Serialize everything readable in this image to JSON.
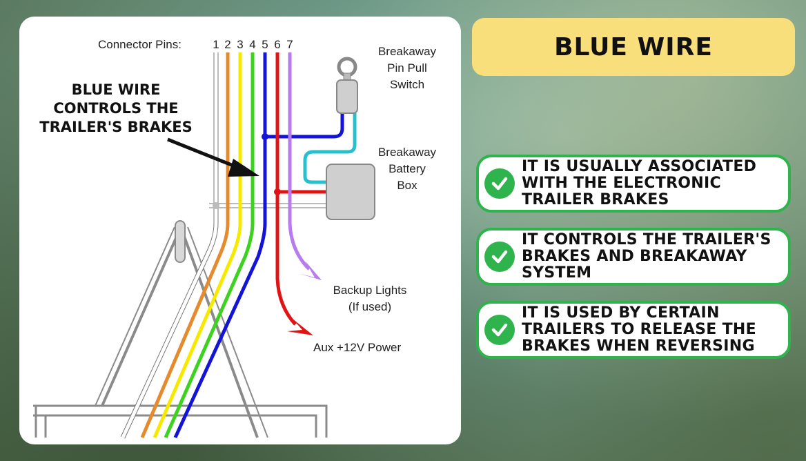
{
  "diagram": {
    "connector_label": "Connector Pins:",
    "pins": [
      {
        "label": "1",
        "color": "#222222"
      },
      {
        "label": "2",
        "color": "#222222"
      },
      {
        "label": "3",
        "color": "#222222"
      },
      {
        "label": "4",
        "color": "#222222"
      },
      {
        "label": "5",
        "color": "#2f3fbf"
      },
      {
        "label": "6",
        "color": "#e21b1b"
      },
      {
        "label": "7",
        "color": "#a56fd6"
      }
    ],
    "wire_colors": {
      "white": "#ffffff",
      "brown": "#e68a2e",
      "yellow": "#f5e900",
      "green": "#3cd21f",
      "blue": "#1414d8",
      "red": "#e01414",
      "purple": "#b97cef",
      "cyan": "#28c0cc"
    },
    "callout_lines": [
      "BLUE WIRE",
      "CONTROLS THE",
      "TRAILER'S BRAKES"
    ],
    "switch_label": [
      "Breakaway",
      "Pin Pull",
      "Switch"
    ],
    "battery_label": [
      "Breakaway",
      "Battery",
      "Box"
    ],
    "backup_label": [
      "Backup Lights",
      "(If used)"
    ],
    "aux_label": "Aux +12V Power"
  },
  "title": "BLUE WIRE",
  "cards": [
    {
      "text": "IT IS USUALLY ASSOCIATED WITH THE ELECTRONIC TRAILER BRAKES"
    },
    {
      "text": "IT CONTROLS THE TRAILER'S BRAKES AND BREAKAWAY SYSTEM"
    },
    {
      "text": "IT IS USED BY CERTAIN TRAILERS TO RELEASE THE BRAKES WHEN REVERSING"
    }
  ],
  "colors": {
    "card_border": "#2fb34c",
    "title_bg": "#f9df7c"
  }
}
